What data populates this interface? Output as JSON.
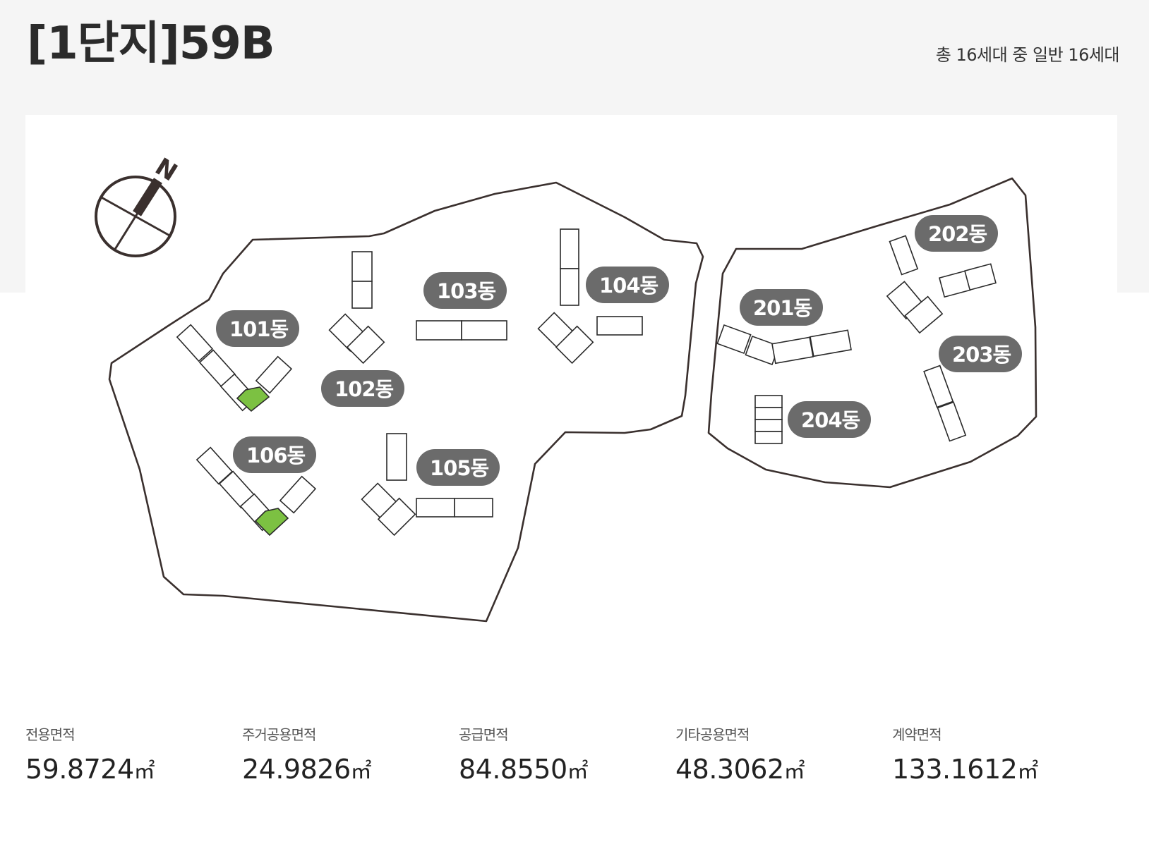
{
  "header": {
    "title": "[1단지]59B",
    "summary": "총 16세대 중 일반 16세대"
  },
  "map": {
    "compass_label": "N",
    "highlight_color": "#7cc142",
    "buildings": [
      {
        "id": "101",
        "label": "101동"
      },
      {
        "id": "102",
        "label": "102동"
      },
      {
        "id": "103",
        "label": "103동"
      },
      {
        "id": "104",
        "label": "104동"
      },
      {
        "id": "105",
        "label": "105동"
      },
      {
        "id": "106",
        "label": "106동"
      },
      {
        "id": "201",
        "label": "201동"
      },
      {
        "id": "202",
        "label": "202동"
      },
      {
        "id": "203",
        "label": "203동"
      },
      {
        "id": "204",
        "label": "204동"
      }
    ]
  },
  "areas": [
    {
      "label": "전용면적",
      "value": "59.8724",
      "unit": "㎡"
    },
    {
      "label": "주거공용면적",
      "value": "24.9826",
      "unit": "㎡"
    },
    {
      "label": "공급면적",
      "value": "84.8550",
      "unit": "㎡"
    },
    {
      "label": "기타공용면적",
      "value": "48.3062",
      "unit": "㎡"
    },
    {
      "label": "계약면적",
      "value": "133.1612",
      "unit": "㎡"
    }
  ]
}
